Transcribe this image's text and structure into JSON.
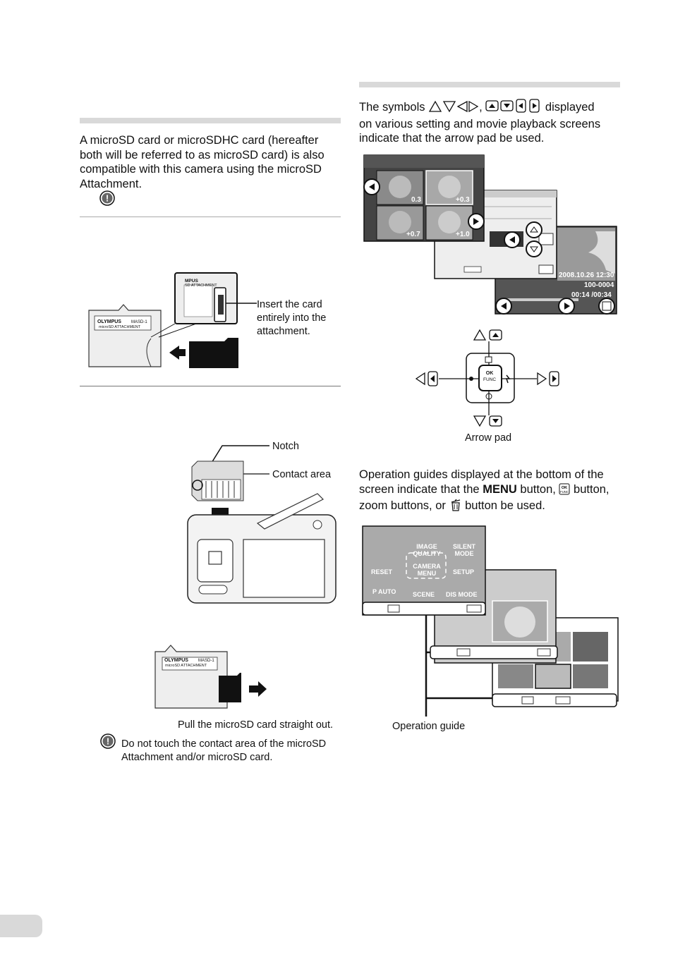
{
  "left": {
    "intro_text": "A microSD card or microSDHC card (hereafter both will be referred to as microSD card) is also compatible with this camera using the microSD Attachment.",
    "insert_label": "Insert the card entirely into the attachment.",
    "notch_label": "Notch",
    "contact_label": "Contact area",
    "pull_label": "Pull the microSD card straight out.",
    "warning_text": "Do not touch the contact area of the microSD Attachment and/or microSD card.",
    "adapter_brand": "OLYMPUS",
    "adapter_model": "MASD-1",
    "adapter_type": "microSD ATTACHMENT",
    "adapter_brand_partial": "MPUS",
    "adapter_type_partial": "SD ATTACHMENT"
  },
  "right": {
    "symbols_prefix": "The symbols",
    "symbols_suffix": "displayed",
    "symbols_line2": "on various setting and movie playback screens",
    "symbols_line3": "indicate that the arrow pad be used.",
    "arrow_pad_label": "Arrow pad",
    "guide_line1": "Operation guides displayed at the bottom of the",
    "guide_line2_a": "screen indicate that the",
    "guide_menu": "MENU",
    "guide_line2_b": "button,",
    "guide_line2_c": "button,",
    "guide_line3_a": "zoom buttons, or",
    "guide_line3_b": "button be used.",
    "operation_guide_label": "Operation guide",
    "ok_label": "OK",
    "func_label": "FUNC",
    "screen1": {
      "values": [
        "0.3",
        "+0.3",
        "+0.7",
        "+1.0"
      ]
    },
    "screen3": {
      "date": "2008.10.26  12:30",
      "file": "100-0004",
      "time": "00:14 /00:34"
    },
    "menu_screen": {
      "items": [
        "IMAGE QUALITY",
        "SILENT MODE",
        "RESET",
        "CAMERA MENU",
        "SETUP",
        "P AUTO",
        "SCENE",
        "DIS MODE"
      ]
    }
  },
  "colors": {
    "gray_bar": "#d9d9d9",
    "screen_dark": "#3a3a3a",
    "screen_light": "#e8e8e8"
  }
}
